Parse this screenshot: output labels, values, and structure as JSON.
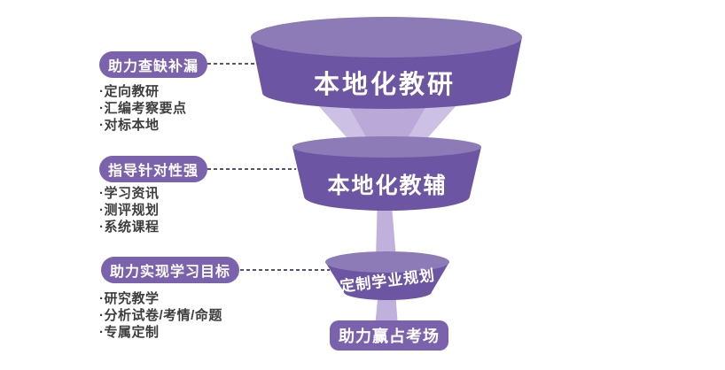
{
  "colors": {
    "funnel_band": "#6C56A4",
    "funnel_top_surface": "#8D7BB8",
    "label_box": "#7B62AD",
    "cone_outer": "#CCC0E4",
    "cone_inner": "#B9A8D8",
    "stem": "#BFB0DC",
    "connector": "#59536E",
    "bullet_text": "#3D3D3D"
  },
  "left_sections": [
    {
      "title": "助力查缺补漏",
      "bullets": [
        "·定向教研",
        "·汇编考察要点",
        "·对标本地"
      ]
    },
    {
      "title": "指导针对性强",
      "bullets": [
        "·学习资讯",
        "·测评规划",
        "·系统课程"
      ]
    },
    {
      "title": "助力实现学习目标",
      "bullets": [
        "·研究教学",
        "·分析试卷/考情/命题",
        "·专属定制"
      ]
    }
  ],
  "funnel": {
    "tier1_label": "本地化教研",
    "tier2_label": "本地化教辅",
    "tier3_label": "定制学业规划",
    "bottom_label": "助力赢占考场"
  }
}
